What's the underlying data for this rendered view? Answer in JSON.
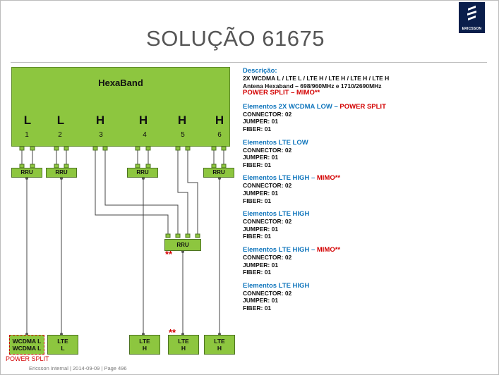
{
  "logo": {
    "text": "ERICSSON",
    "icon": "ericsson-logo-icon"
  },
  "title": "SOLUÇÃO 61675",
  "hexaband": {
    "label": "HexaBand",
    "bands": [
      "L",
      "L",
      "H",
      "H",
      "H",
      "H"
    ],
    "ports": [
      "1",
      "2",
      "3",
      "4",
      "5",
      "6"
    ]
  },
  "rru_label": "RRU",
  "stars": "**",
  "boxes": {
    "wcdma_1": "WCDMA L",
    "wcdma_2": "WCDMA L",
    "lte_l_1": "LTE",
    "lte_l_2": "L",
    "lte_h_a_1": "LTE",
    "lte_h_a_2": "H",
    "lte_h_b_1": "LTE",
    "lte_h_b_2": "H",
    "lte_h_c_1": "LTE",
    "lte_h_c_2": "H"
  },
  "power_split_label": "POWER SPLIT",
  "description": {
    "heading": "Descrição:",
    "line1": "2X WCDMA L / LTE L / LTE H / LTE H / LTE H / LTE H",
    "line2": "Antena Hexaband – 698/960MHz  e  1710/2690MHz",
    "line3": "POWER SPLIT – MIMO**"
  },
  "sections": [
    {
      "heading": "Elementos 2X WCDMA LOW",
      "sep": " – ",
      "highlight": "POWER SPLIT",
      "connector": "CONNECTOR: 02",
      "jumper": "JUMPER: 01",
      "fiber": "FIBER: 01"
    },
    {
      "heading": "Elementos LTE LOW",
      "sep": "",
      "highlight": "",
      "connector": "CONNECTOR: 02",
      "jumper": "JUMPER: 01",
      "fiber": "FIBER: 01"
    },
    {
      "heading": "Elementos LTE HIGH",
      "sep": " – ",
      "highlight": "MIMO**",
      "connector": "CONNECTOR: 02",
      "jumper": "JUMPER: 01",
      "fiber": "FIBER: 01"
    },
    {
      "heading": "Elementos LTE HIGH",
      "sep": "",
      "highlight": "",
      "connector": "CONNECTOR: 02",
      "jumper": "JUMPER: 01",
      "fiber": "FIBER: 01"
    },
    {
      "heading": "Elementos LTE HIGH",
      "sep": " – ",
      "highlight": "MIMO**",
      "connector": "CONNECTOR: 02",
      "jumper": "JUMPER: 01",
      "fiber": "FIBER: 01"
    },
    {
      "heading": "Elementos LTE HIGH",
      "sep": "",
      "highlight": "",
      "connector": "CONNECTOR: 02",
      "jumper": "JUMPER: 01",
      "fiber": "FIBER: 01"
    }
  ],
  "footer": "Ericsson Internal  |  2014-09-09  |  Page 496"
}
